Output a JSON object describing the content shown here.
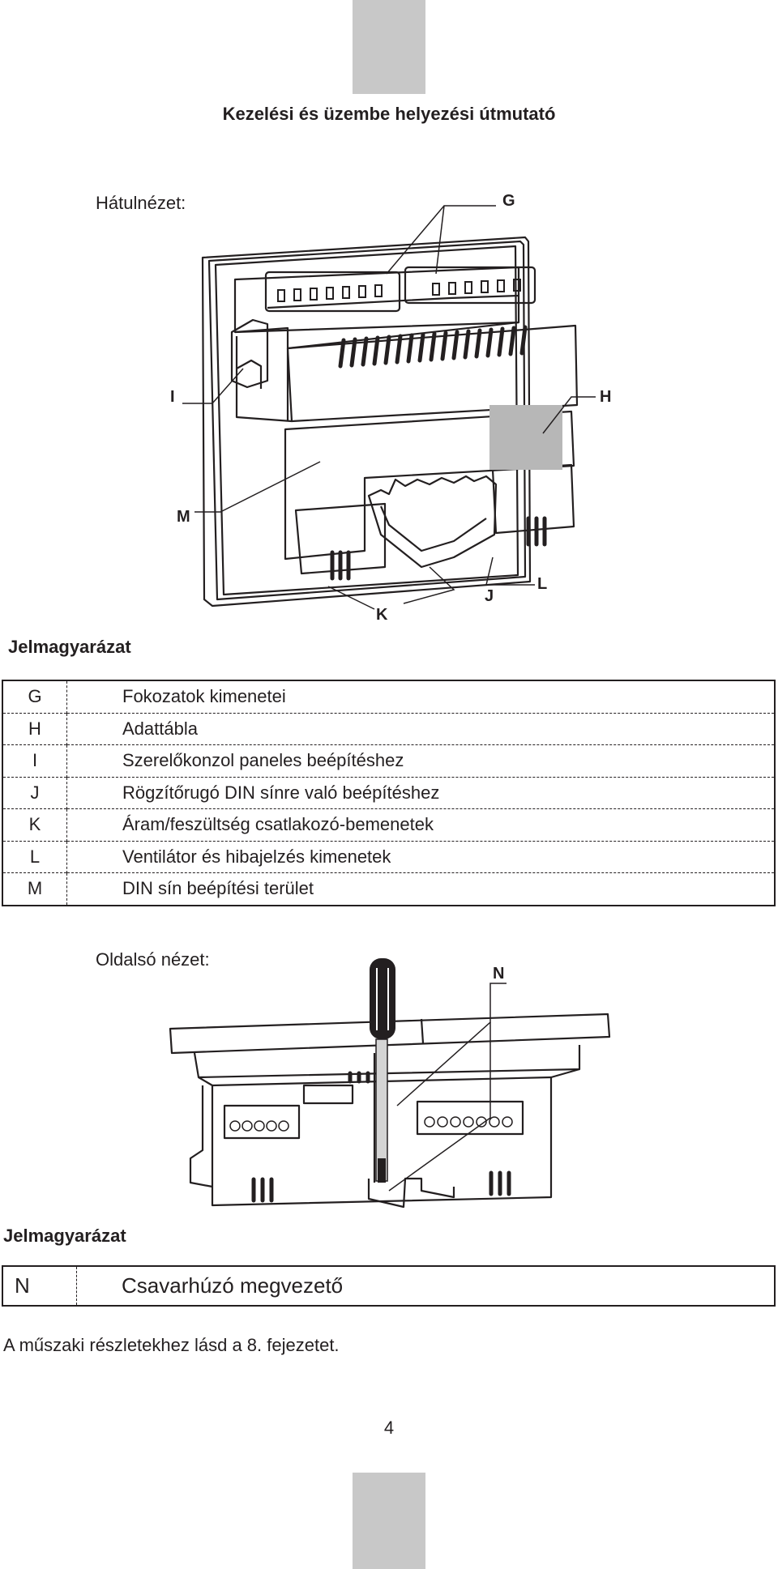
{
  "header": {
    "title": "Kezelési és üzembe helyezési útmutató"
  },
  "rear_view": {
    "label": "Hátulnézet:",
    "callouts": {
      "G": "G",
      "H": "H",
      "I": "I",
      "J": "J",
      "K": "K",
      "L": "L",
      "M": "M"
    }
  },
  "legend1": {
    "heading": "Jelmagyarázat",
    "rows": [
      {
        "key": "G",
        "text": "Fokozatok kimenetei"
      },
      {
        "key": "H",
        "text": "Adattábla"
      },
      {
        "key": "I",
        "text": "Szerelőkonzol paneles beépítéshez"
      },
      {
        "key": "J",
        "text": "Rögzítőrugó DIN sínre való beépítéshez"
      },
      {
        "key": "K",
        "text": "Áram/feszültség csatlakozó-bemenetek"
      },
      {
        "key": "L",
        "text": "Ventilátor és hibajelzés kimenetek"
      },
      {
        "key": "M",
        "text": "DIN sín beépítési terület"
      }
    ]
  },
  "side_view": {
    "label": "Oldalsó nézet:",
    "callouts": {
      "N": "N"
    }
  },
  "legend2": {
    "heading": "Jelmagyarázat",
    "rows": [
      {
        "key": "N",
        "text": "Csavarhúzó megvezető"
      }
    ]
  },
  "note": "A műszaki részletekhez lásd a 8. fejezetet.",
  "page_number": "4"
}
